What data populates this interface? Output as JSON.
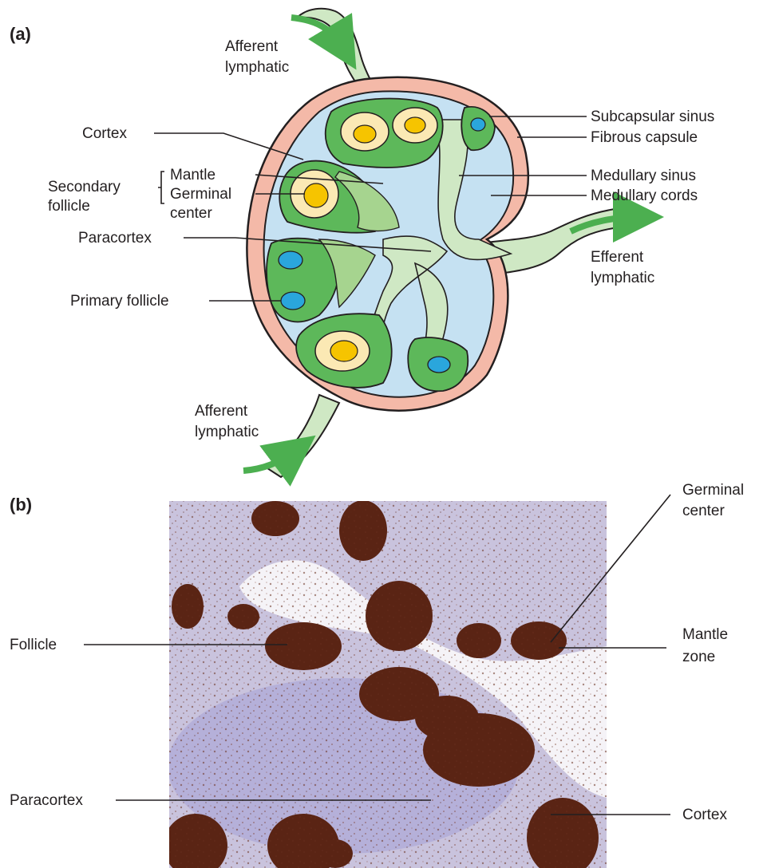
{
  "panel_a": {
    "letter": "(a)",
    "labels": {
      "afferent_top_1": "Afferent",
      "afferent_top_2": "lymphatic",
      "cortex": "Cortex",
      "secondary_1": "Secondary",
      "secondary_2": "follicle",
      "mantle": "Mantle",
      "germinal_1": "Germinal",
      "germinal_2": "center",
      "paracortex": "Paracortex",
      "primary_follicle": "Primary follicle",
      "subcapsular_sinus": "Subcapsular sinus",
      "fibrous_capsule": "Fibrous capsule",
      "medullary_sinus": "Medullary sinus",
      "medullary_cords": "Medullary cords",
      "efferent_1": "Efferent",
      "efferent_2": "lymphatic",
      "afferent_bottom_1": "Afferent",
      "afferent_bottom_2": "lymphatic"
    },
    "colors": {
      "capsule": "#f4b9a8",
      "cortex_green": "#5db85a",
      "light_green": "#cfe8c4",
      "mid_green": "#a6d48f",
      "sinus_blue": "#c5e1f2",
      "germinal_yellow": "#f6c400",
      "mantle_cream": "#fbe9b4",
      "primary_blue": "#2aa6dc",
      "flow_arrow": "#4caf50"
    }
  },
  "panel_b": {
    "letter": "(b)",
    "labels": {
      "germinal_1": "Germinal",
      "germinal_2": "center",
      "follicle": "Follicle",
      "mantle_1": "Mantle",
      "mantle_2": "zone",
      "paracortex": "Paracortex",
      "cortex": "Cortex"
    },
    "colors": {
      "stain_brown": "#5a2414",
      "background_lilac": "#c9c3dd",
      "lumen_white": "#f5f3f7"
    }
  }
}
